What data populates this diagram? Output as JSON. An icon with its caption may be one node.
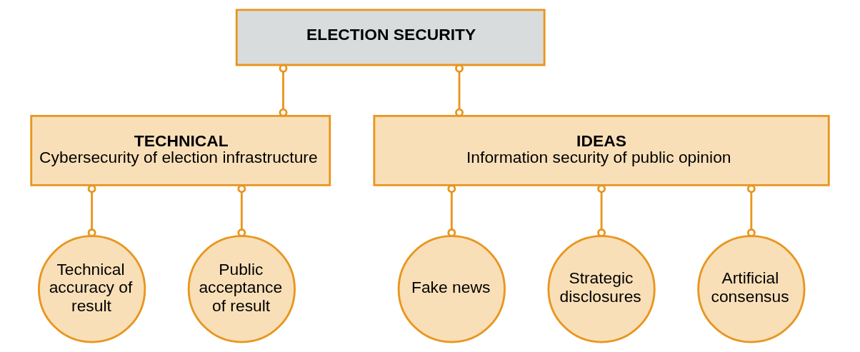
{
  "diagram": {
    "nodes": [
      {
        "text": [
          "ELECTION SECURITY"
        ]
      },
      {
        "text": [
          "TECHNICAL",
          "Cybersecurity of election infrastructure"
        ]
      },
      {
        "text": [
          "IDEAS",
          "Information security of public opinion"
        ]
      },
      {
        "text": [
          "Technical accuracy of result"
        ]
      },
      {
        "text": [
          "Public acceptance of result"
        ]
      },
      {
        "text": [
          "Fake news"
        ]
      },
      {
        "text": [
          "Strategic disclosures"
        ]
      },
      {
        "text": [
          "Artificial consensus"
        ]
      }
    ],
    "edges": [
      {
        "from": 0,
        "to": 1,
        "arrow": "other"
      },
      {
        "from": 0,
        "to": 2,
        "arrow": "other"
      },
      {
        "from": 1,
        "to": 3,
        "arrow": "other"
      },
      {
        "from": 1,
        "to": 4,
        "arrow": "other"
      },
      {
        "from": 2,
        "to": 5,
        "arrow": "other"
      },
      {
        "from": 2,
        "to": 6,
        "arrow": "other"
      },
      {
        "from": 2,
        "to": 7,
        "arrow": "other"
      }
    ]
  }
}
